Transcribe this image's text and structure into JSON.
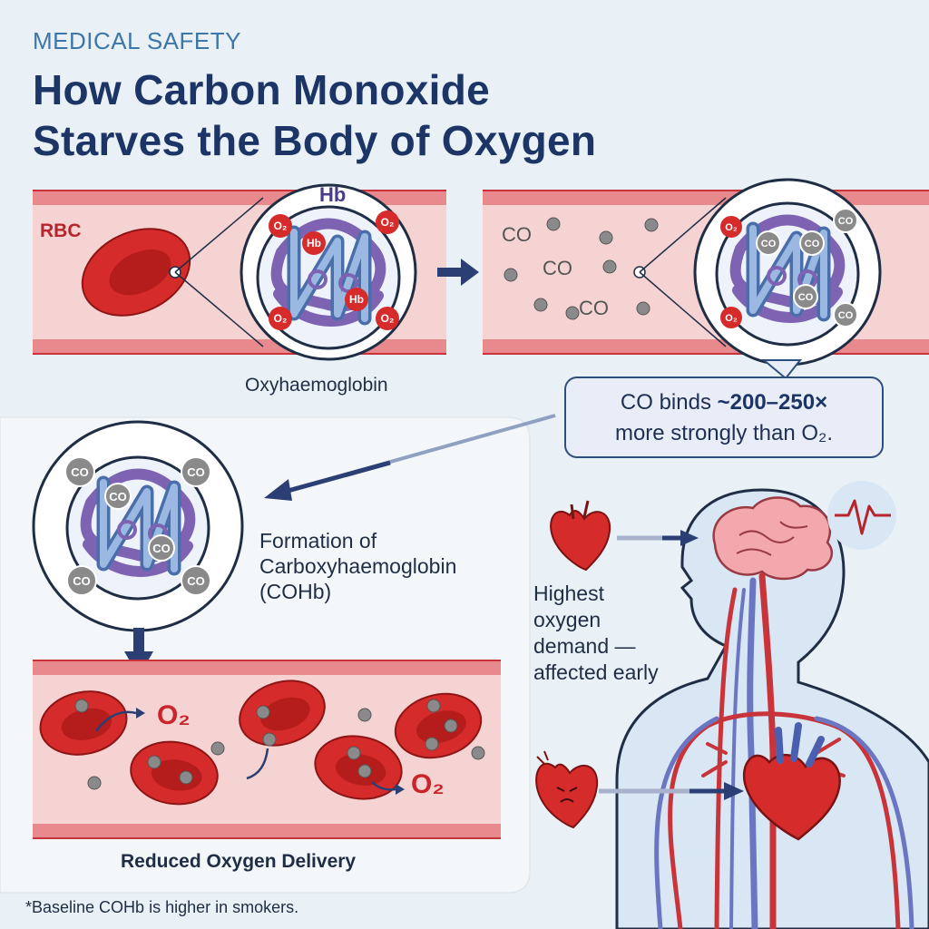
{
  "header": {
    "kicker": "MEDICAL SAFETY",
    "title_line1": "How Carbon Monoxide",
    "title_line2": "Starves the Body of Oxygen"
  },
  "top_panel": {
    "rbc_label": "RBC",
    "hb_label": "Hb",
    "hb_small_label": "Hb",
    "o2_badge": "O₂",
    "oxy_caption": "Oxyhaemoglobin",
    "co_floating": "CO",
    "co_badge": "CO"
  },
  "callout": {
    "prefix": "CO binds ",
    "emphasis": "~200–250×",
    "line2": "more strongly than O₂."
  },
  "middle_panel": {
    "formation_line1": "Formation of",
    "formation_line2": "Carboxyhaemoglobin",
    "formation_line3": "(COHb)"
  },
  "bottom_panel": {
    "o2_label": "O₂",
    "caption": "Reduced Oxygen Delivery"
  },
  "body_panel": {
    "note_line1": "Highest",
    "note_line2": "oxygen",
    "note_line3": "demand —",
    "note_line4": "affected early"
  },
  "footnote": "*Baseline COHb is higher in smokers.",
  "colors": {
    "vessel_fill": "#f6d3d3",
    "vessel_border": "#c9343a",
    "rbc_red": "#d62b2b",
    "co_grey": "#8a8a8a",
    "arrow_navy": "#2b3f74",
    "protein_blue": "#7b9fd0",
    "protein_purple": "#7e63b3"
  }
}
